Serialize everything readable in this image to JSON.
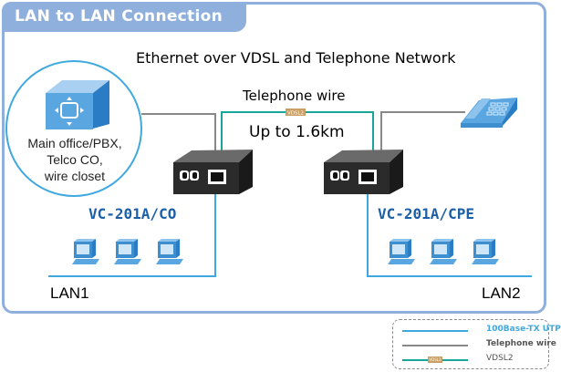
{
  "title": "LAN to LAN Connection",
  "headline": "Ethernet over VDSL and Telephone Network",
  "wire_label": "Telephone wire",
  "distance_label": "Up to 1.6km",
  "vdsl_tag": "VDSL2",
  "site": {
    "lines": [
      "Main office/PBX,",
      "Telco CO,",
      "wire closet"
    ]
  },
  "devices": {
    "co": {
      "model": "VC-201A/CO"
    },
    "cpe": {
      "model": "VC-201A/CPE"
    }
  },
  "lans": {
    "left": {
      "label": "LAN1",
      "pc_count": 3
    },
    "right": {
      "label": "LAN2",
      "pc_count": 3
    }
  },
  "legend": [
    {
      "label": "100Base-TX UTP",
      "color": "#3fa9df"
    },
    {
      "label": "Telephone wire",
      "color": "#888888"
    },
    {
      "label": "VDSL2",
      "color": "#1aa59a",
      "tag": "VDSL2"
    }
  ],
  "colors": {
    "frame": "#8fb0dc",
    "utp": "#3fa9df",
    "phone": "#888888",
    "vdsl": "#1aa59a",
    "tag": "#c8a066",
    "model": "#1b5fa8"
  }
}
